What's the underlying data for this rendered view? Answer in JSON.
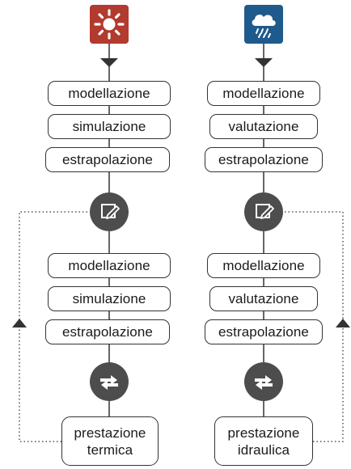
{
  "colors": {
    "sun_badge": "#b23a2e",
    "rain_badge": "#1f5a8c",
    "circle": "#4d4d4d",
    "line": "#333333",
    "dotted": "#555555"
  },
  "icons": {
    "left_top": "sun-icon",
    "right_top": "rain-cloud-icon",
    "edit": "edit-note-icon",
    "exchange": "exchange-arrows-icon"
  },
  "left": {
    "steps_top": [
      "modellazione",
      "simulazione",
      "estrapolazione"
    ],
    "steps_bottom": [
      "modellazione",
      "simulazione",
      "estrapolazione"
    ],
    "result_line1": "prestazione",
    "result_line2": "termica"
  },
  "right": {
    "steps_top": [
      "modellazione",
      "valutazione",
      "estrapolazione"
    ],
    "steps_bottom": [
      "modellazione",
      "valutazione",
      "estrapolazione"
    ],
    "result_line1": "prestazione",
    "result_line2": "idraulica"
  }
}
